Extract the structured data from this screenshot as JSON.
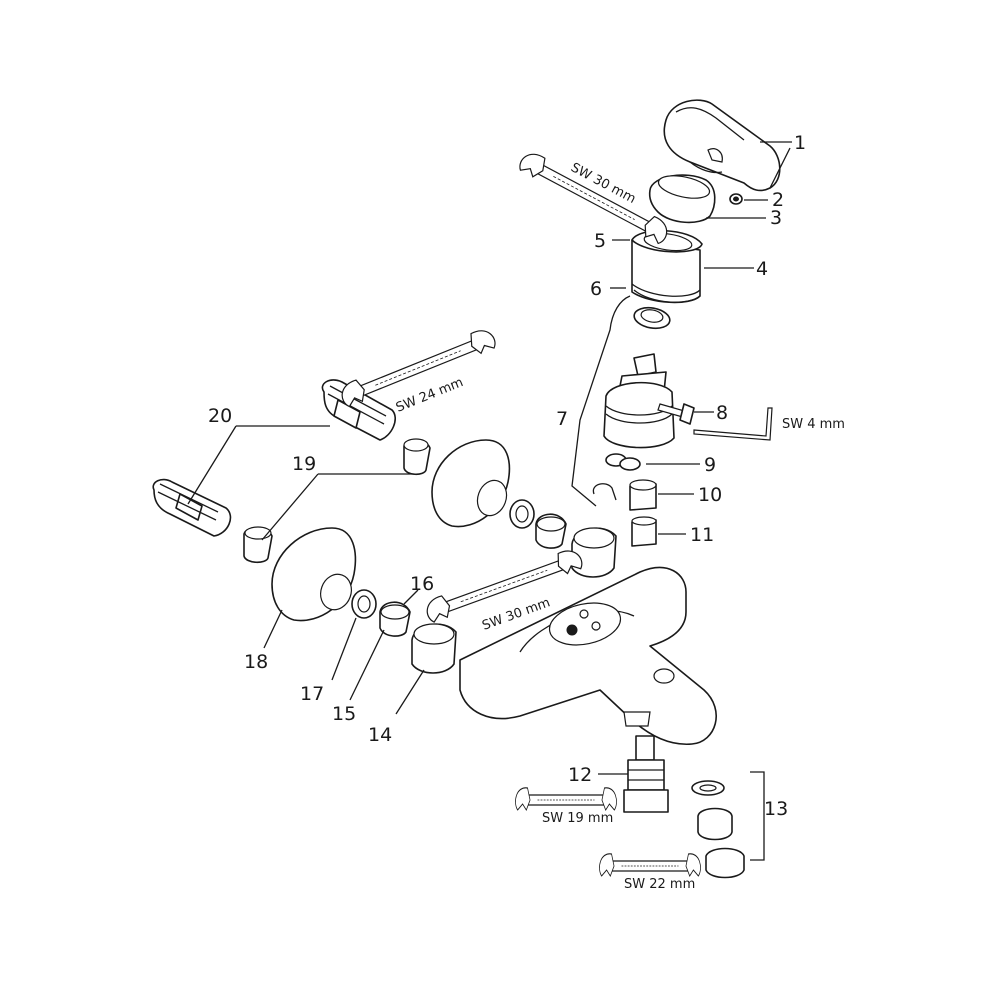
{
  "labels": {
    "p1": "1",
    "p2": "2",
    "p3": "3",
    "p4": "4",
    "p5": "5",
    "p6": "6",
    "p7": "7",
    "p8": "8",
    "p9": "9",
    "p10": "10",
    "p11": "11",
    "p12": "12",
    "p13": "13",
    "p14": "14",
    "p15": "15",
    "p16": "16",
    "p17": "17",
    "p18": "18",
    "p19": "19",
    "p20": "20"
  },
  "tools": {
    "wrench_top": "SW 30 mm",
    "wrench_mid": "SW 24 mm",
    "hex_key": "SW 4 mm",
    "wrench_body": "SW 30 mm",
    "wrench_19": "SW 19 mm",
    "wrench_22": "SW 22 mm"
  }
}
